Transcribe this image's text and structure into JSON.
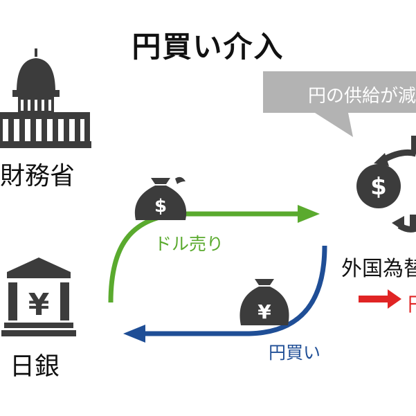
{
  "title": "円買い介入",
  "callout": {
    "text": "円の供給が減"
  },
  "actors": {
    "mof": {
      "label": "財務省",
      "icon": "capitol-building-icon"
    },
    "boj": {
      "label": "日銀",
      "icon": "bank-yen-icon"
    },
    "fx": {
      "label": "外国為替",
      "icon": "currency-exchange-icon"
    }
  },
  "flows": {
    "dollar_sell": {
      "label": "ドル売り",
      "color": "#5aaa2e",
      "icon": "dollar-money-bag-icon"
    },
    "yen_buy": {
      "label": "円買い",
      "color": "#1f4e96",
      "icon": "yen-money-bag-icon"
    }
  },
  "result": {
    "label": "円",
    "color": "#e02424"
  },
  "colors": {
    "icon_gray": "#3c3c3c",
    "callout_gray": "#b3b3b3"
  }
}
